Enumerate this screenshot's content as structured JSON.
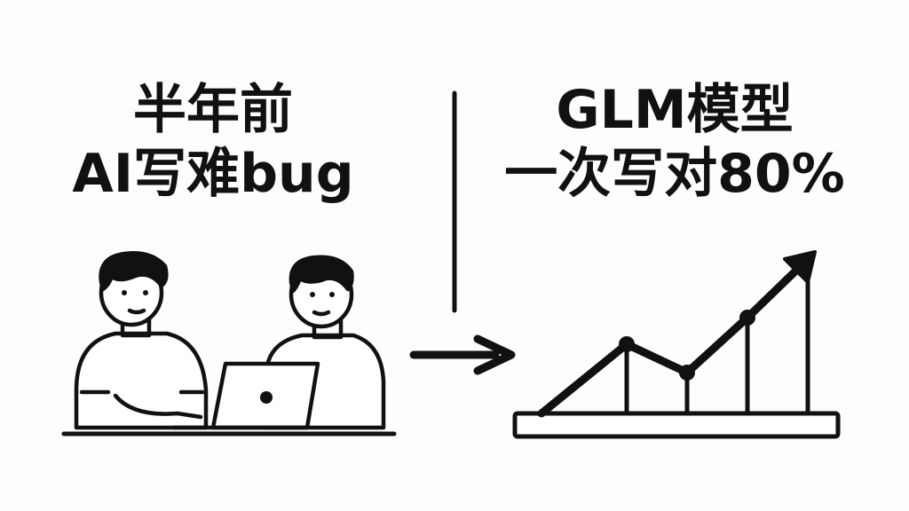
{
  "left_panel": {
    "line1": "半年前",
    "line2": "AI写难bug",
    "illustration": "two-people-at-laptop"
  },
  "right_panel": {
    "line1": "GLM模型",
    "line2": "一次写对80%",
    "illustration": "rising-line-chart-with-arrow"
  },
  "transition_icon": "right-arrow-icon",
  "colors": {
    "ink": "#111111",
    "background": "#fdfdfd",
    "fill": "#ffffff"
  }
}
